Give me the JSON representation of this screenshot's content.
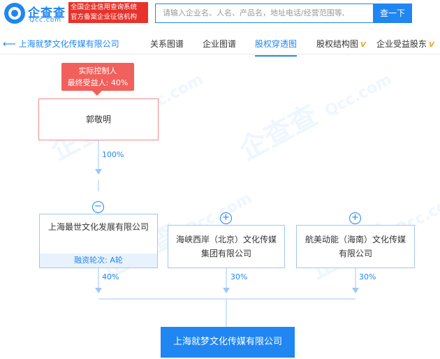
{
  "header": {
    "logo_name": "企查查",
    "logo_domain": "Qcc.com",
    "registry_line1": "全国企业信用查询系统",
    "registry_line2": "官方备案企业征信机构",
    "search_placeholder": "请输入企业名、人名、产品名，地址电话/经营范围等,",
    "search_button": "查一下"
  },
  "subnav": {
    "back_label": "上海就梦文化传媒有限公司",
    "tabs": [
      {
        "label": "关系图谱",
        "active": false
      },
      {
        "label": "企业图谱",
        "active": false
      },
      {
        "label": "股权穿透图",
        "active": true
      },
      {
        "label": "股权结构图",
        "active": false,
        "vip": true
      },
      {
        "label": "企业受益股东",
        "active": false,
        "vip": true
      }
    ],
    "vip_mark": "V"
  },
  "chart": {
    "controller_tag": {
      "line1": "实际控制人",
      "line2": "最终受益人: 40%"
    },
    "person": "郭敬明",
    "person_pct": "100%",
    "shareholders": [
      {
        "name": "上海最世文化发展有限公司",
        "round": "融资轮次: A轮",
        "pct": "40%",
        "toggle": "−"
      },
      {
        "name": "海峡西岸（北京）文化传媒集团有限公司",
        "pct": "30%",
        "toggle": "+"
      },
      {
        "name": "航美动能（海南）文化传媒有限公司",
        "pct": "30%",
        "toggle": "+"
      }
    ],
    "target": "上海就梦文化传媒有限公司",
    "watermark": "企查查",
    "watermark_domain": "Qcc.com",
    "colors": {
      "accent": "#1f86f2",
      "controller": "#f1605c",
      "registry": "#e8322b",
      "line": "#9ec8f4"
    }
  }
}
